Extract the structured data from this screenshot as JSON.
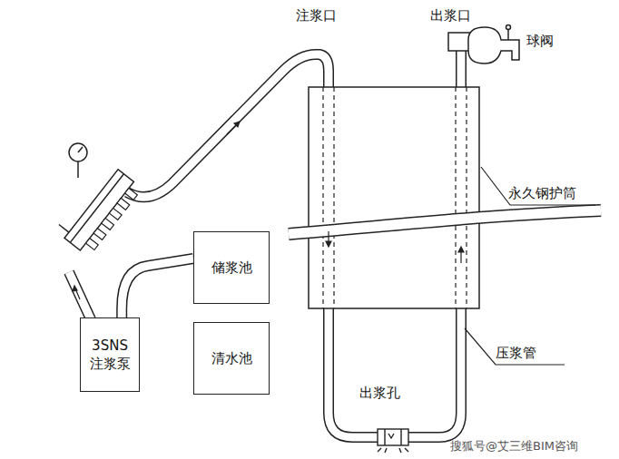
{
  "diagram": {
    "nodes": [
      {
        "text": [
          "3SNS 注浆泵"
        ]
      },
      {
        "text": [
          "储浆池"
        ]
      },
      {
        "text": [
          "清水池"
        ]
      }
    ],
    "edges": [
      {
        "from": 1,
        "to": 0,
        "arrow": "none"
      }
    ],
    "labels": [
      "注浆口",
      "出浆口",
      "球阀",
      "永久钢护筒",
      "压浆管",
      "出浆孔",
      "搜狐号@艾三维BIM咨询"
    ]
  }
}
